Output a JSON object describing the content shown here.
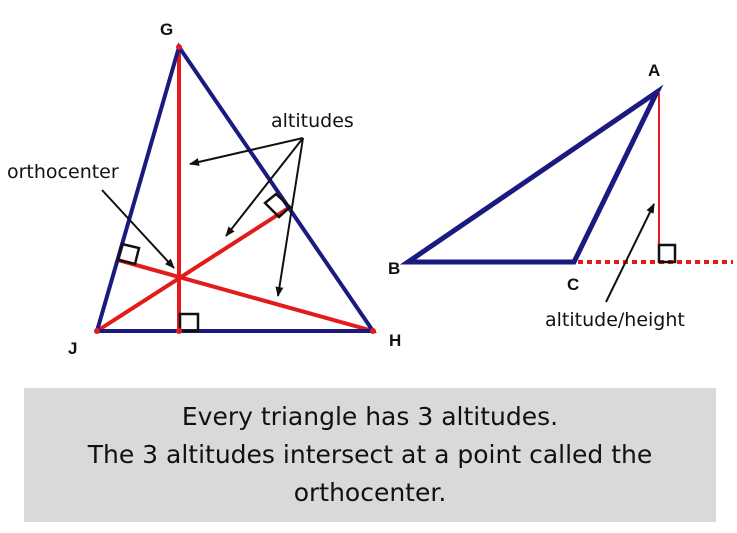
{
  "colors": {
    "triangle": "#1a1a80",
    "altitude": "#e31b1b",
    "arrow": "#111111",
    "caption_bg": "#d9d9d9"
  },
  "triangle_left": {
    "vertices": {
      "G": "G",
      "J": "J",
      "H": "H"
    },
    "labels": {
      "altitudes": "altitudes",
      "orthocenter": "orthocenter"
    }
  },
  "triangle_right": {
    "vertices": {
      "A": "A",
      "B": "B",
      "C": "C"
    },
    "labels": {
      "altitude_height": "altitude/height"
    }
  },
  "caption": {
    "line1": "Every triangle has 3 altitudes.",
    "line2": "The 3 altitudes intersect at a point called the",
    "line3": "orthocenter."
  }
}
